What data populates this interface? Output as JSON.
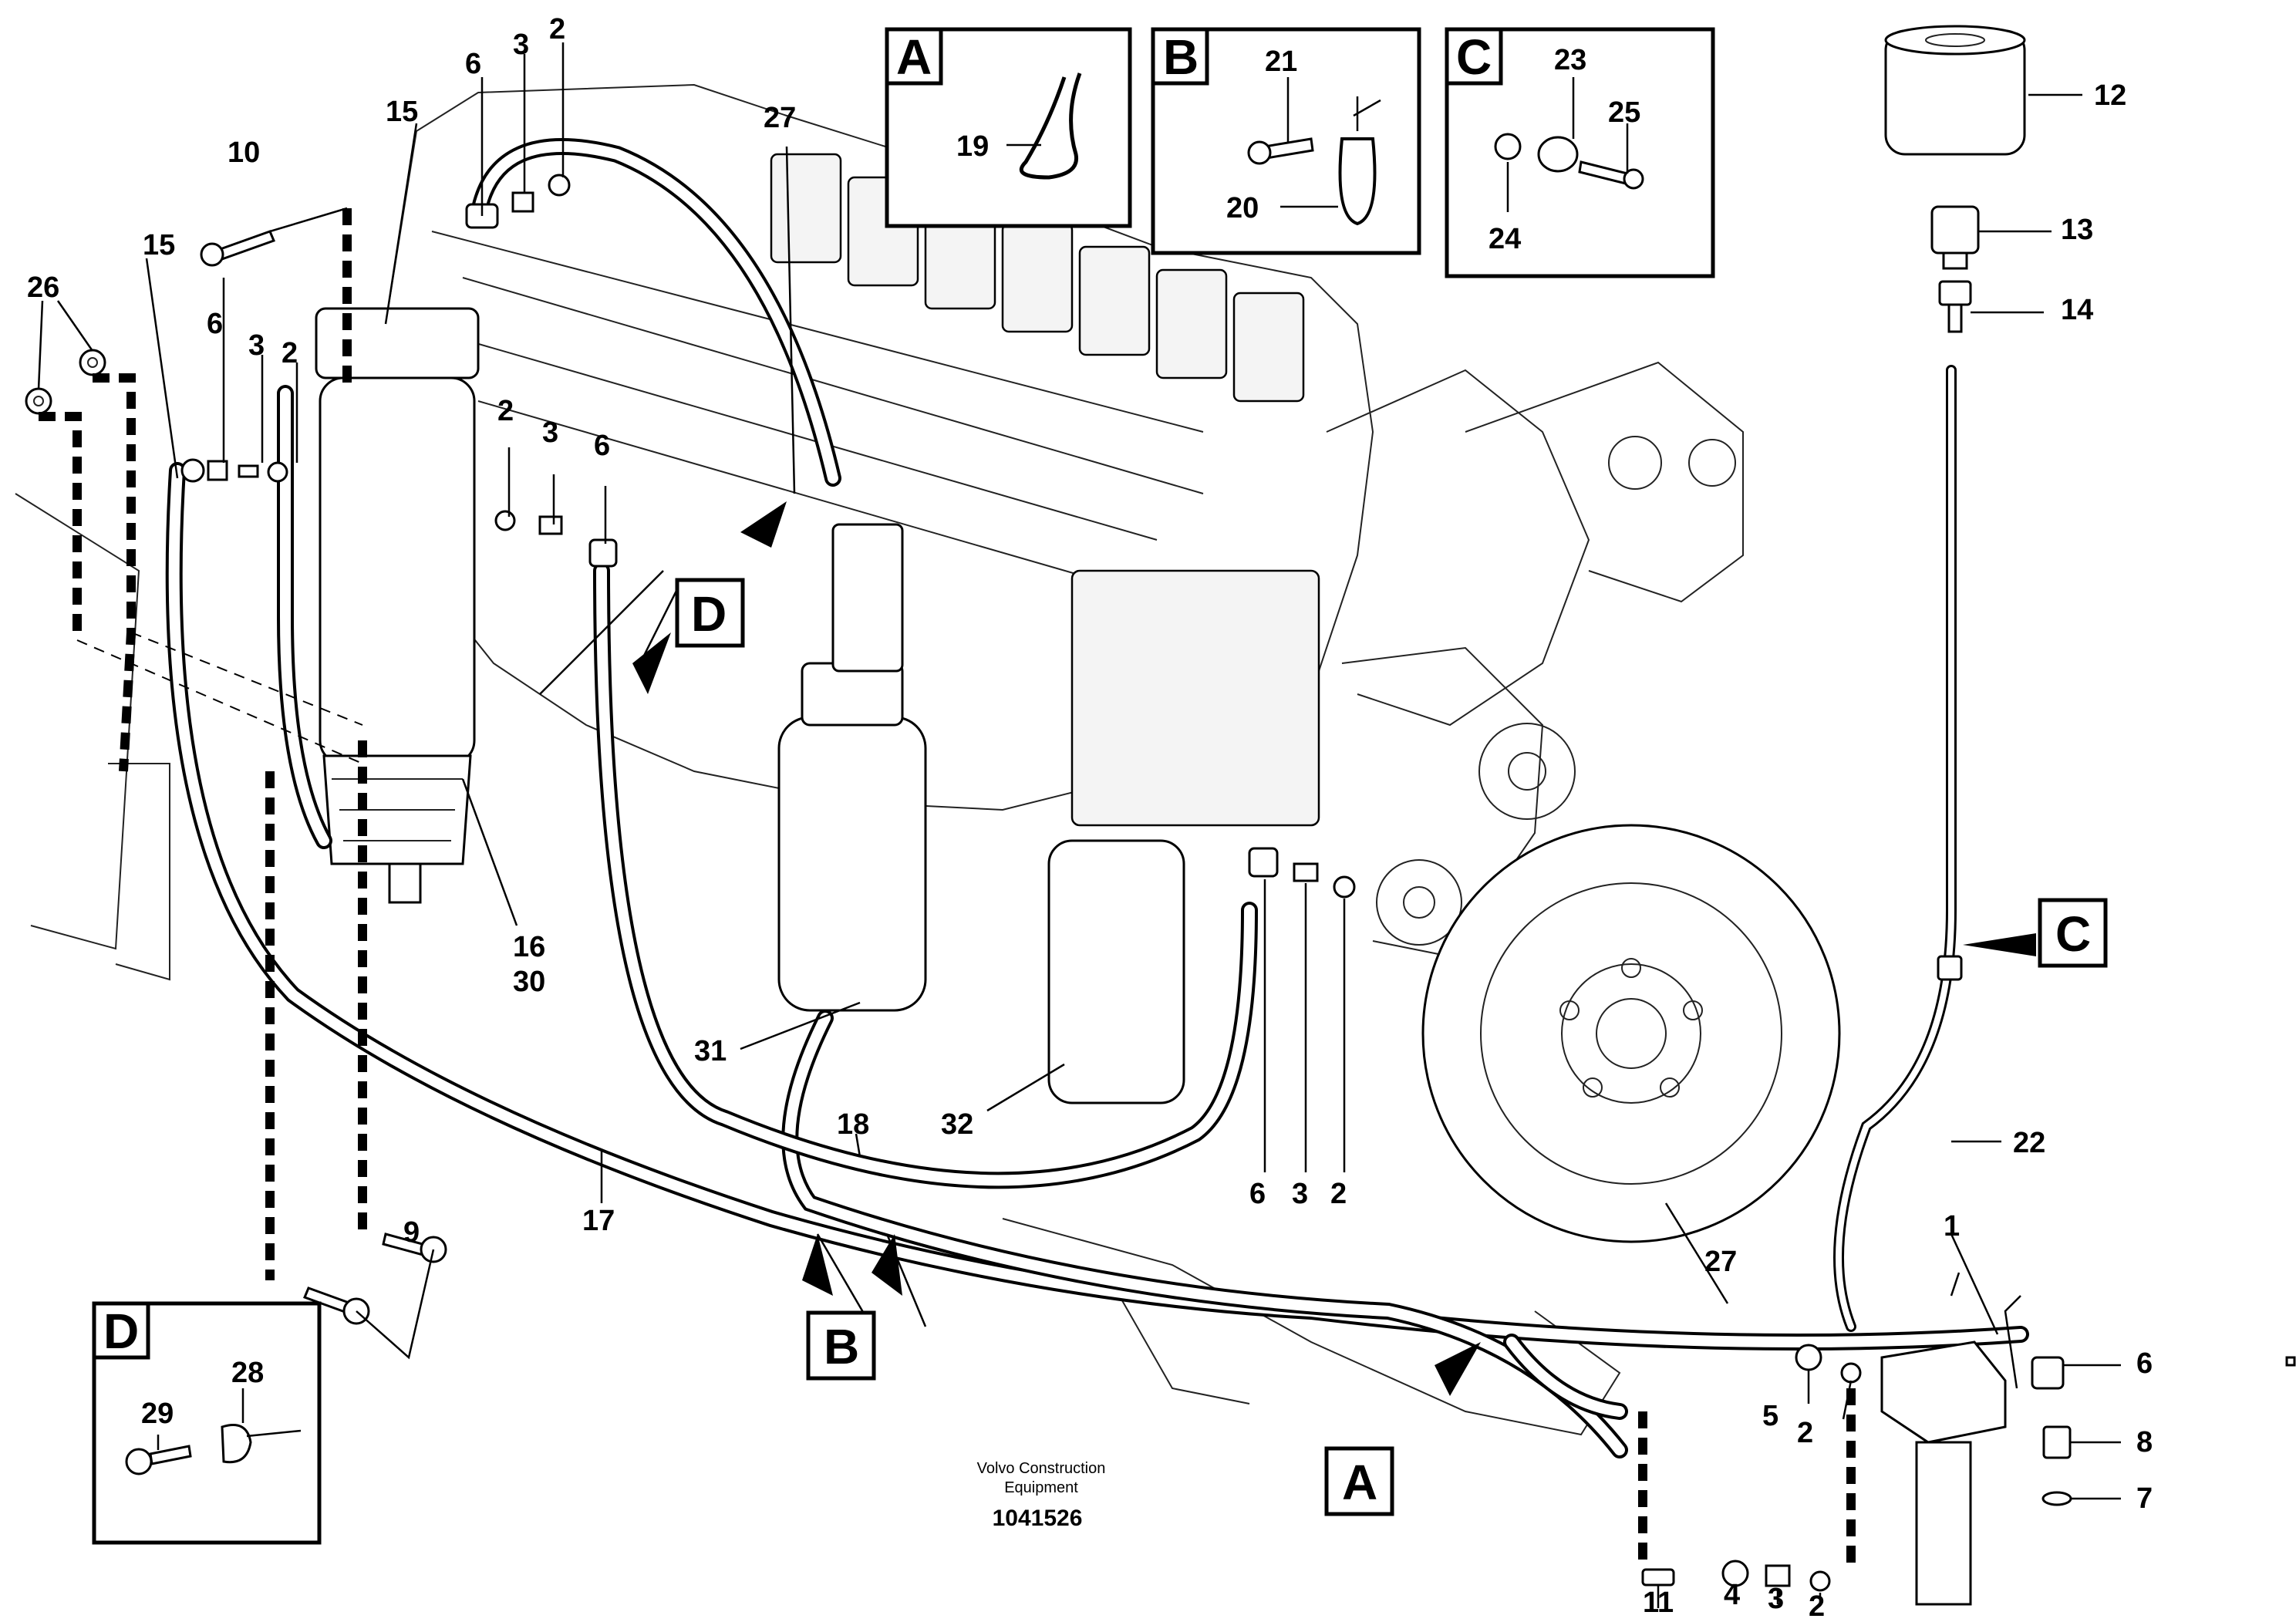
{
  "callouts": [
    "1",
    "2",
    "3",
    "4",
    "5",
    "6",
    "7",
    "8",
    "9",
    "10",
    "11",
    "12",
    "13",
    "14",
    "15",
    "16",
    "17",
    "18",
    "19",
    "20",
    "21",
    "22",
    "23",
    "24",
    "25",
    "26",
    "27",
    "28",
    "29",
    "30",
    "31",
    "32"
  ],
  "detail_boxes": {
    "A": {
      "letter": "A",
      "parts": [
        "19"
      ]
    },
    "B": {
      "letter": "B",
      "parts": [
        "21",
        "20"
      ]
    },
    "C": {
      "letter": "C",
      "parts": [
        "23",
        "25",
        "24"
      ]
    },
    "D": {
      "letter": "D",
      "parts": [
        "29",
        "28"
      ]
    }
  },
  "markers": {
    "A": "A",
    "B": "B",
    "C": "C",
    "D": "D"
  },
  "credit": {
    "line1": "Volvo Construction",
    "line2": "Equipment",
    "number": "1041526"
  }
}
